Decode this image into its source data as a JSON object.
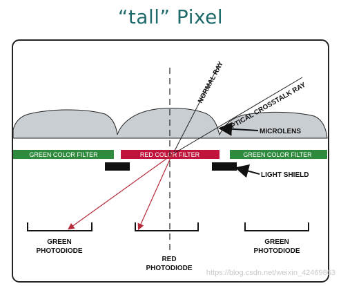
{
  "title": "“tall” Pixel",
  "labels": {
    "normal_ray": "NORMAL RAY",
    "optical_crosstalk_ray": "OPTICAL CROSSTALK RAY",
    "microlens": "MICROLENS",
    "light_shield": "LIGHT SHIELD",
    "green_filter_left": "GREEN COLOR FILTER",
    "red_filter": "RED COLOR FILTER",
    "green_filter_right": "GREEN COLOR FILTER",
    "green_photodiode_left_1": "GREEN",
    "green_photodiode_left_2": "PHOTODIODE",
    "red_photodiode_1": "RED",
    "red_photodiode_2": "PHOTODIODE",
    "green_photodiode_right_1": "GREEN",
    "green_photodiode_right_2": "PHOTODIODE"
  },
  "watermark": "https://blog.csdn.net/weixin_42469863",
  "colors": {
    "title": "#1f6a6a",
    "microlens": "#c9ced3",
    "green_filter": "#2e8b3e",
    "red_filter": "#c0143c",
    "ray_arrow": "#b5293a",
    "outline": "#222222"
  },
  "icons": {
    "logo": "zhihu-logo"
  }
}
